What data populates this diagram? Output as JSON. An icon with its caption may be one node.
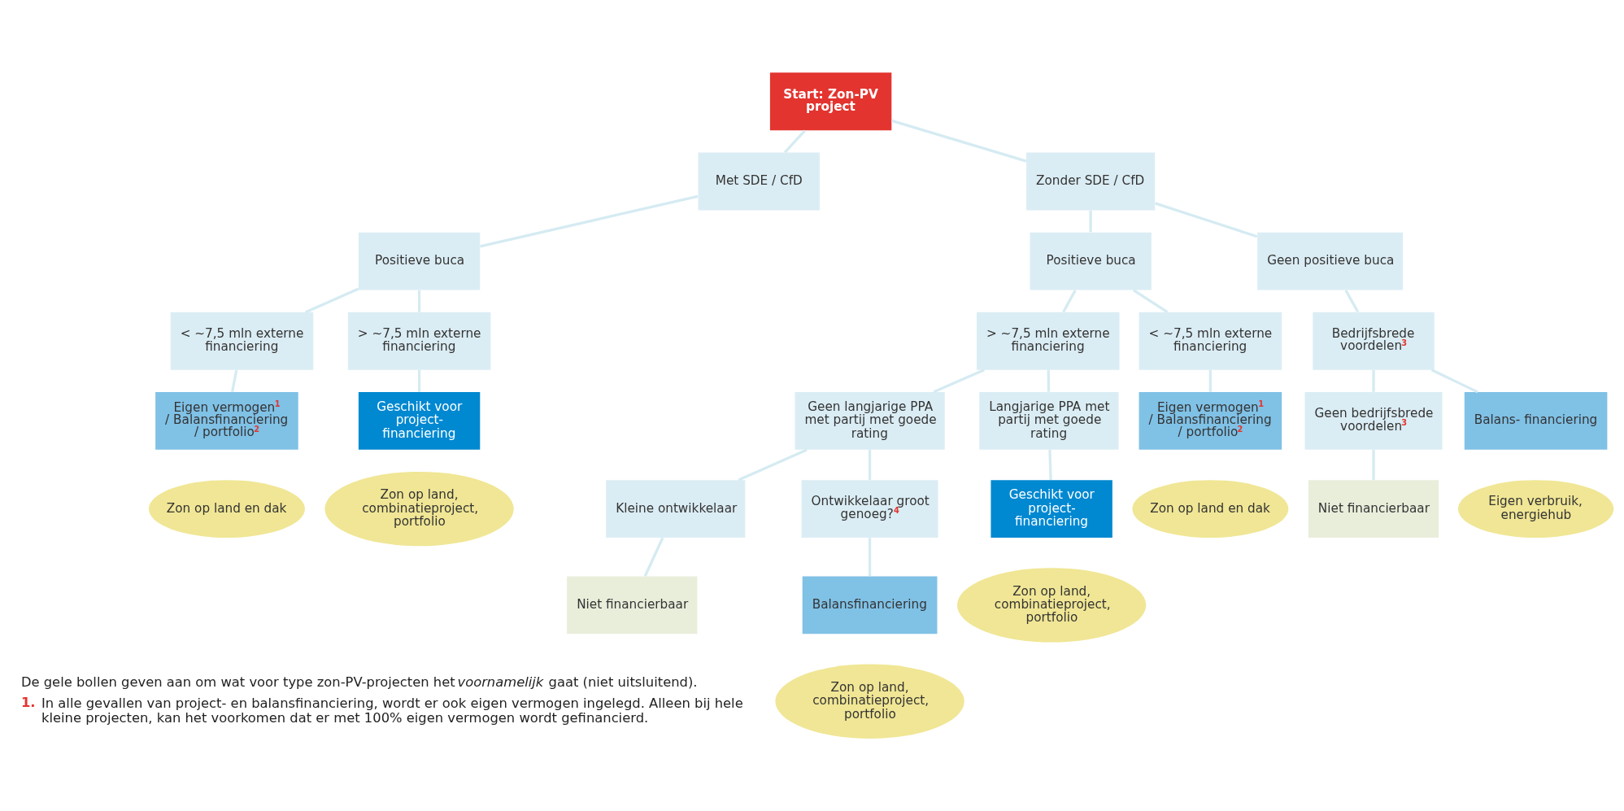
{
  "diagram": {
    "nodes": [
      {
        "text": [
          "Start: Zon-PV project"
        ]
      },
      {
        "text": [
          "Met SDE / CfD"
        ]
      },
      {
        "text": [
          "Zonder SDE / CfD"
        ]
      },
      {
        "text": [
          "Positieve buca"
        ]
      },
      {
        "text": [
          "Geen positieve buca"
        ]
      },
      {
        "text": [
          "Positieve buca"
        ]
      },
      {
        "text": [
          "> ~7,5 mln externe financiering"
        ]
      },
      {
        "text": [
          "< ~7,5 mln externe financiering"
        ]
      },
      {
        "text": [
          "Bedrijfsbrede voordelen$^{3}$"
        ]
      },
      {
        "text": [
          "> ~7,5 mln externe financiering"
        ]
      },
      {
        "text": [
          "< ~7,5 mln externe financiering"
        ]
      },
      {
        "text": [
          "Geschikt voor project- financiering"
        ]
      },
      {
        "text": [
          "Zon op land, combinatieproject, portfolio"
        ]
      },
      {
        "text": [
          "Eigen vermogen$^{1}$ / Balansfinanciering / portfolio$^{2}$"
        ]
      },
      {
        "text": [
          "Zon op land en dak"
        ]
      },
      {
        "text": [
          "Balans- financiering"
        ]
      },
      {
        "text": [
          "Eigen verbruik, energiehub"
        ]
      },
      {
        "text": [
          "Geen bedrijfsbrede voordelen$^{3}$"
        ]
      },
      {
        "text": [
          "Niet financierbaar"
        ]
      },
      {
        "text": [
          "Langjarige PPA met partij met goede rating"
        ]
      },
      {
        "text": [
          "Geen langjarige PPA met partij met goede rating"
        ]
      },
      {
        "text": [
          "Geschikt voor project- financiering"
        ]
      },
      {
        "text": [
          "Zon op land, combinatieproject, portfolio"
        ]
      },
      {
        "text": [
          "Eigen vermogen$^{1}$ / Balansfinanciering / portfolio$^{2}$"
        ]
      },
      {
        "text": [
          "Zon op land en dak"
        ]
      },
      {
        "text": [
          "Ontwikkelaar groot genoeg?$^{4}$"
        ]
      },
      {
        "text": [
          "Kleine ontwikkelaar"
        ]
      },
      {
        "text": [
          "Balansfinanciering"
        ]
      },
      {
        "text": [
          "Zon op land, combinatieproject, portfolio"
        ]
      },
      {
        "text": [
          "Niet financierbaar"
        ]
      }
    ],
    "edges": [
      {
        "from": 0,
        "to": 1,
        "arrow": "none"
      },
      {
        "from": 0,
        "to": 2,
        "arrow": "none"
      },
      {
        "from": 1,
        "to": 3,
        "arrow": "none"
      },
      {
        "from": 2,
        "to": 4,
        "arrow": "none"
      },
      {
        "from": 2,
        "to": 5,
        "arrow": "none"
      },
      {
        "from": 3,
        "to": 6,
        "arrow": "none"
      },
      {
        "from": 3,
        "to": 7,
        "arrow": "none"
      },
      {
        "from": 4,
        "to": 8,
        "arrow": "none"
      },
      {
        "from": 5,
        "to": 9,
        "arrow": "none"
      },
      {
        "from": 5,
        "to": 10,
        "arrow": "none"
      },
      {
        "from": 6,
        "to": 11,
        "arrow": "none"
      },
      {
        "from": 7,
        "to": 13,
        "arrow": "none"
      },
      {
        "from": 8,
        "to": 15,
        "arrow": "none"
      },
      {
        "from": 8,
        "to": 17,
        "arrow": "none"
      },
      {
        "from": 17,
        "to": 18,
        "arrow": "none"
      },
      {
        "from": 9,
        "to": 19,
        "arrow": "none"
      },
      {
        "from": 9,
        "to": 20,
        "arrow": "none"
      },
      {
        "from": 19,
        "to": 21,
        "arrow": "none"
      },
      {
        "from": 10,
        "to": 23,
        "arrow": "none"
      },
      {
        "from": 20,
        "to": 25,
        "arrow": "none"
      },
      {
        "from": 20,
        "to": 26,
        "arrow": "none"
      },
      {
        "from": 25,
        "to": 27,
        "arrow": "none"
      },
      {
        "from": 26,
        "to": 29,
        "arrow": "none"
      }
    ],
    "labels": [
      "De gele bollen geven aan om wat voor type zon-PV-projecten het *voornamelijk* gaat (niet uitsluitend).",
      "1.",
      "In alle gevallen van project- en balansfinanciering, wordt er ook eigen vermogen ingelegd. Alleen bij hele kleine projecten, kan het voorkomen dat er met 100% eigen vermogen wordt gefinancierd."
    ]
  }
}
